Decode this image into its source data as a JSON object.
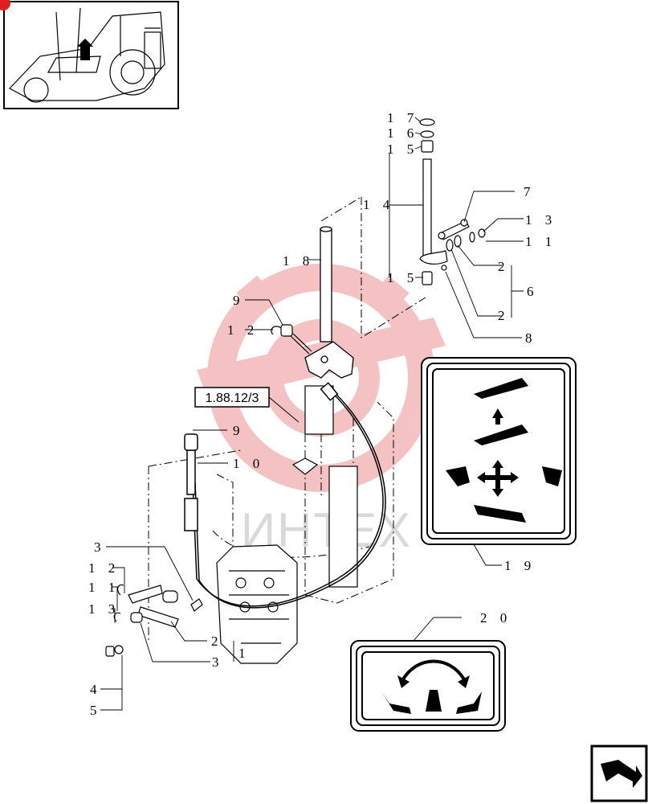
{
  "reference_label": "1.88.12/3",
  "watermark_text": "ИНТЕХ",
  "callouts": [
    {
      "id": "c17",
      "text": "1 7"
    },
    {
      "id": "c16",
      "text": "1 6"
    },
    {
      "id": "c15a",
      "text": "1 5"
    },
    {
      "id": "c14",
      "text": "1 4"
    },
    {
      "id": "c7",
      "text": "7"
    },
    {
      "id": "c13a",
      "text": "1 3"
    },
    {
      "id": "c11a",
      "text": "1 1"
    },
    {
      "id": "c18",
      "text": "1 8"
    },
    {
      "id": "c15b",
      "text": "1 5"
    },
    {
      "id": "c2a",
      "text": "2"
    },
    {
      "id": "c6",
      "text": "6"
    },
    {
      "id": "c2b",
      "text": "2"
    },
    {
      "id": "c8",
      "text": "8"
    },
    {
      "id": "c9a",
      "text": "9"
    },
    {
      "id": "c12a",
      "text": "1 2"
    },
    {
      "id": "c9b",
      "text": "9"
    },
    {
      "id": "c10",
      "text": "1 0"
    },
    {
      "id": "c3a",
      "text": "3"
    },
    {
      "id": "c12b",
      "text": "1 2"
    },
    {
      "id": "c11b",
      "text": "1 1"
    },
    {
      "id": "c13b",
      "text": "1 3"
    },
    {
      "id": "c2c",
      "text": "2"
    },
    {
      "id": "c1",
      "text": "1"
    },
    {
      "id": "c3b",
      "text": "3"
    },
    {
      "id": "c4",
      "text": "4"
    },
    {
      "id": "c5",
      "text": "5"
    },
    {
      "id": "c19",
      "text": "1 9"
    },
    {
      "id": "c20",
      "text": "2 0"
    }
  ],
  "colors": {
    "line": "#000000",
    "watermark": "#f3b8b8",
    "watermark_text": "#d9d9d9",
    "badge": "#e0201c"
  },
  "icons": [
    "tractor-thumbnail",
    "next-page-arrow-icon",
    "decal-19-joystick-pattern",
    "decal-20-rotation-pattern"
  ]
}
